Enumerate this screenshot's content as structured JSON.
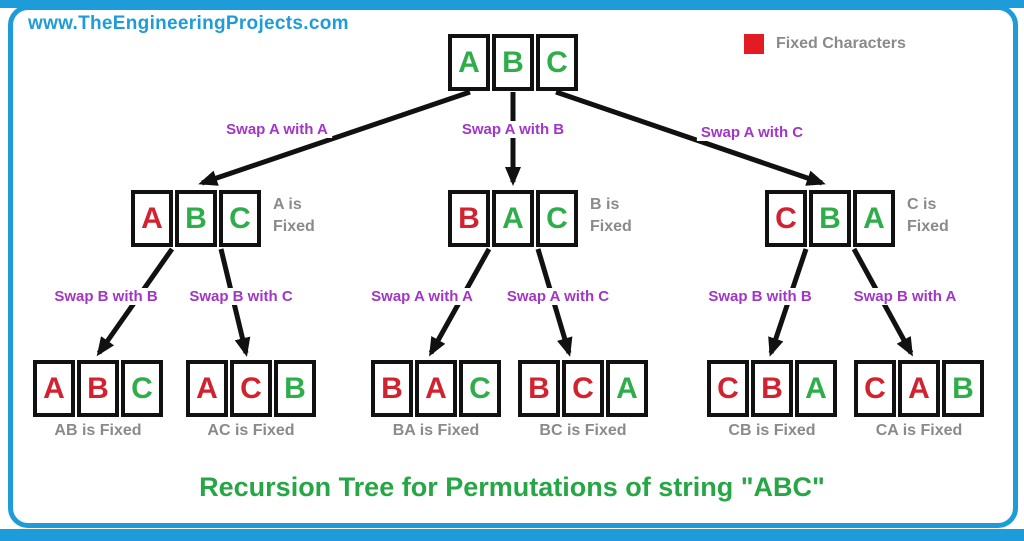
{
  "watermark": "www.TheEngineeringProjects.com",
  "legend": {
    "label": "Fixed Characters"
  },
  "title": "Recursion Tree for Permutations of string \"ABC\"",
  "colors": {
    "frame_blue": "#1E9CD9",
    "fixed_red": "#D2212F",
    "free_green": "#30AD4B",
    "swap_purple": "#A136C7",
    "caption_gray": "#8A8A8A",
    "legend_red": "#E31B22",
    "title_green": "#27A645"
  },
  "edge_labels": {
    "l1": [
      "Swap A with A",
      "Swap A with B",
      "Swap A with C"
    ],
    "l2": [
      "Swap B with B",
      "Swap B with C",
      "Swap A with A",
      "Swap A with C",
      "Swap B with B",
      "Swap B with A"
    ]
  },
  "nodes": {
    "root": {
      "letters": [
        "A",
        "B",
        "C"
      ],
      "fixed": [
        false,
        false,
        false
      ]
    },
    "level2": [
      {
        "letters": [
          "A",
          "B",
          "C"
        ],
        "fixed": [
          true,
          false,
          false
        ],
        "caption": "A is Fixed"
      },
      {
        "letters": [
          "B",
          "A",
          "C"
        ],
        "fixed": [
          true,
          false,
          false
        ],
        "caption": "B is Fixed"
      },
      {
        "letters": [
          "C",
          "B",
          "A"
        ],
        "fixed": [
          true,
          false,
          false
        ],
        "caption": "C is Fixed"
      }
    ],
    "leaves": [
      {
        "letters": [
          "A",
          "B",
          "C"
        ],
        "fixed": [
          true,
          true,
          false
        ],
        "caption": "AB is Fixed"
      },
      {
        "letters": [
          "A",
          "C",
          "B"
        ],
        "fixed": [
          true,
          true,
          false
        ],
        "caption": "AC is Fixed"
      },
      {
        "letters": [
          "B",
          "A",
          "C"
        ],
        "fixed": [
          true,
          true,
          false
        ],
        "caption": "BA is Fixed"
      },
      {
        "letters": [
          "B",
          "C",
          "A"
        ],
        "fixed": [
          true,
          true,
          false
        ],
        "caption": "BC is Fixed"
      },
      {
        "letters": [
          "C",
          "B",
          "A"
        ],
        "fixed": [
          true,
          true,
          false
        ],
        "caption": "CB is Fixed"
      },
      {
        "letters": [
          "C",
          "A",
          "B"
        ],
        "fixed": [
          true,
          true,
          false
        ],
        "caption": "CA is Fixed"
      }
    ]
  }
}
